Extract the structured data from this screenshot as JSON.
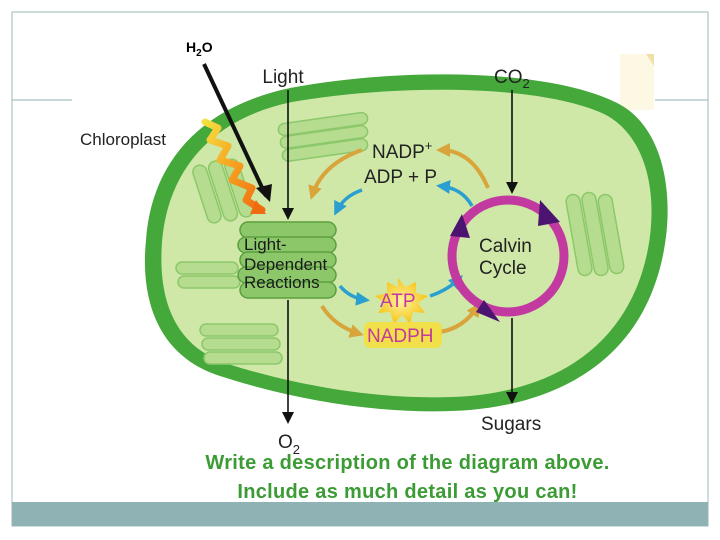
{
  "labels": {
    "water": "H",
    "water_sub": "2",
    "water_tail": "O",
    "light": "Light",
    "co2": "CO",
    "co2_sub": "2",
    "chloroplast": "Chloroplast",
    "nadp": "NADP",
    "nadp_sup": "+",
    "adp": "ADP + P",
    "ldr_line1": "Light-",
    "ldr_line2": "Dependent",
    "ldr_line3": "Reactions",
    "calvin_line1": "Calvin",
    "calvin_line2": "Cycle",
    "atp": "ATP",
    "nadph": "NADPH",
    "o2": "O",
    "o2_sub": "2",
    "sugars": "Sugars"
  },
  "caption": {
    "line1": "Write a description of the diagram above.",
    "line2": "Include as much detail as you can!"
  },
  "colors": {
    "outer_membrane": "#44a83a",
    "stroma": "#cfe8a8",
    "thylakoid": "#8cc86a",
    "calvin_ring": "#c23aa0",
    "calvin_arrow": "#4a1470",
    "cycle_arrow_gold": "#d9a43a",
    "cycle_arrow_blue": "#2a9fd0",
    "caption": "#3b9b34",
    "footer_bar": "#8fb3b4"
  }
}
